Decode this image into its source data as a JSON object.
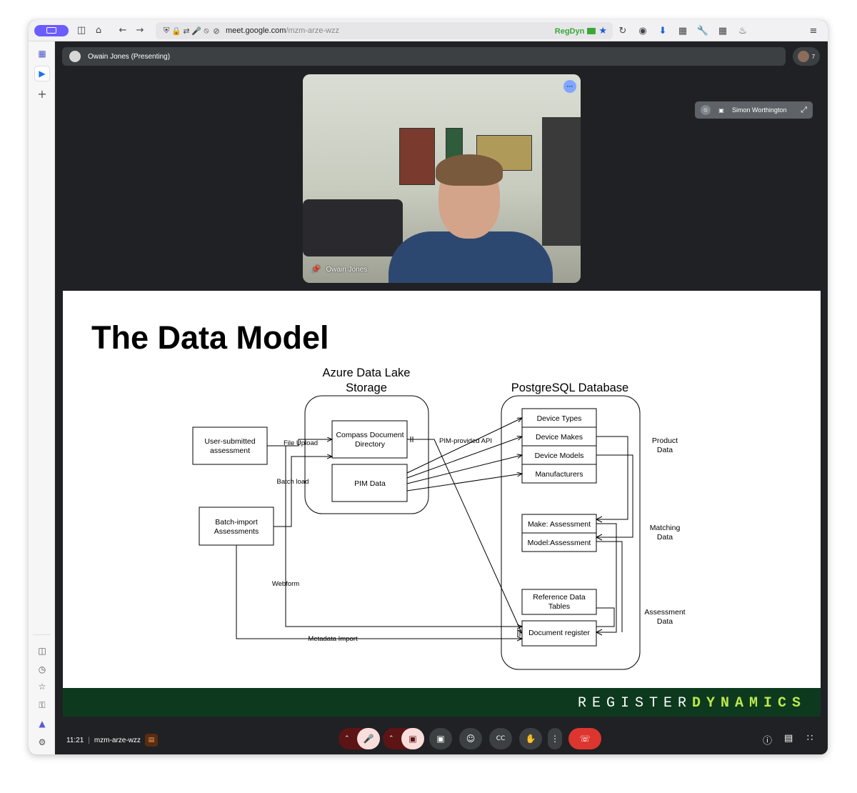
{
  "browser": {
    "url_host": "meet.google.com",
    "url_path": "/mzm-arze-wzz",
    "profile_label": "RegDyn"
  },
  "meeting": {
    "presenter_label": "Owain Jones (Presenting)",
    "participant_count": "7",
    "main_video_name": "Owain Jones",
    "side_tile_name": "Simon Worthington",
    "time": "11:21",
    "meeting_code": "mzm-arze-wzz"
  },
  "slide": {
    "title": "The Data Model",
    "brand_plain": "REGISTER",
    "brand_bold": "DYNAMICS",
    "diagram": {
      "azure_title_1": "Azure Data Lake",
      "azure_title_2": "Storage",
      "pg_title": "PostgreSQL Database",
      "user_box_1": "User-submitted",
      "user_box_2": "assessment",
      "batch_box_1": "Batch-import",
      "batch_box_2": "Assessments",
      "compass_1": "Compass Document",
      "compass_2": "Directory",
      "pim_data": "PIM Data",
      "device_types": "Device Types",
      "device_makes": "Device Makes",
      "device_models": "Device Models",
      "manufacturers": "Manufacturers",
      "make_assessment": "Make: Assessment",
      "model_assessment": "Model:Assessment",
      "ref_data_1": "Reference Data",
      "ref_data_2": "Tables",
      "document_register": "Document register",
      "file_upload": "File Upload",
      "batch_load": "Batch load",
      "pim_api": "PIM-provided API",
      "webform": "Webform",
      "metadata_import": "Metadata Import",
      "product_data_1": "Product",
      "product_data_2": "Data",
      "matching_data_1": "Matching",
      "matching_data_2": "Data",
      "assessment_data_1": "Assessment",
      "assessment_data_2": "Data"
    }
  }
}
